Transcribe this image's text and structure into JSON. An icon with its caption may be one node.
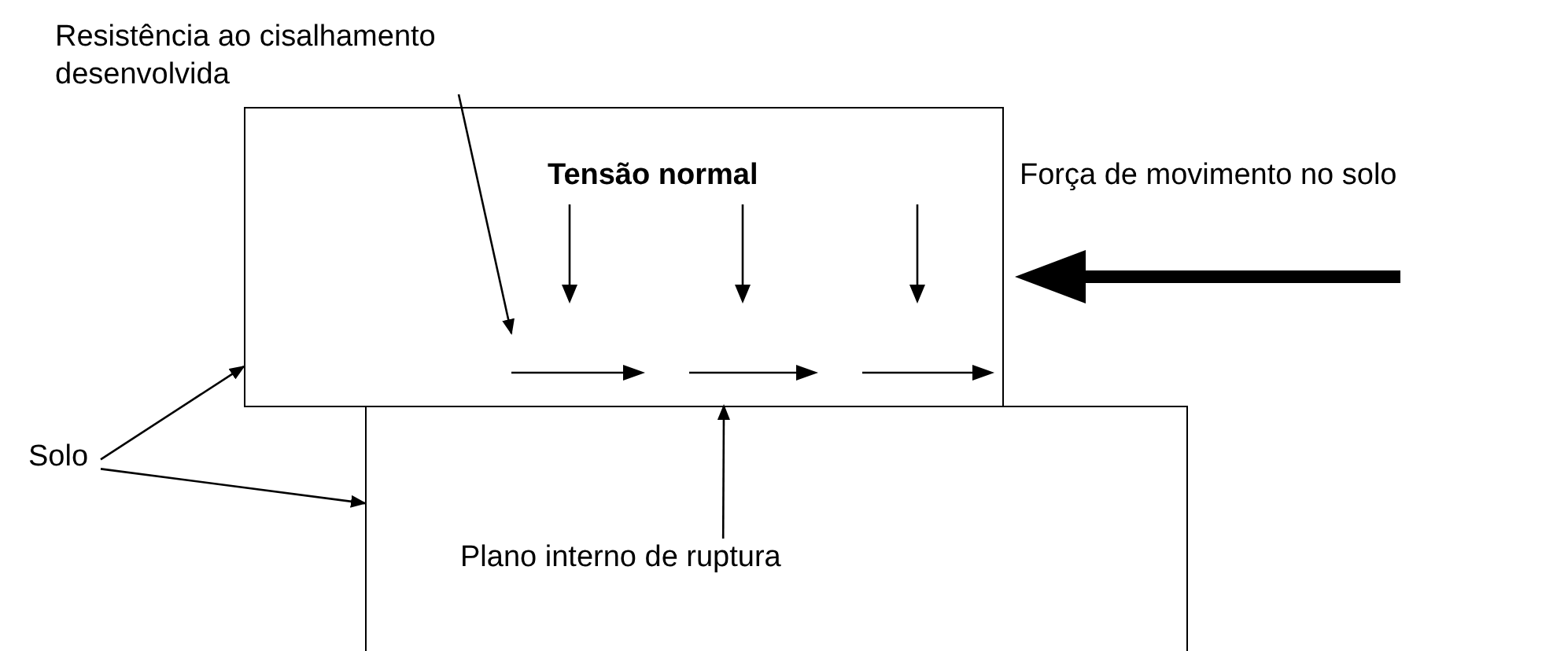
{
  "diagram": {
    "nodes": [
      {
        "text": [],
        "shape": "box"
      },
      {
        "text": [],
        "shape": "box"
      },
      {
        "text": [
          "Resistência ao cisalhamento desenvolvida"
        ]
      },
      {
        "text": [
          "Solo"
        ]
      },
      {
        "text": [
          "Plano interno de ruptura"
        ],
        "in": 1
      }
    ],
    "edges": [
      {
        "from": 2,
        "to": 0,
        "arrow": "to"
      },
      {
        "from": 3,
        "to": 0,
        "arrow": "to"
      },
      {
        "from": 3,
        "to": 1,
        "arrow": "to"
      },
      {
        "from": 4,
        "to": 1,
        "arrow": "to"
      }
    ],
    "labels": [
      "Tensão normal",
      "Força de movimento no solo"
    ]
  }
}
